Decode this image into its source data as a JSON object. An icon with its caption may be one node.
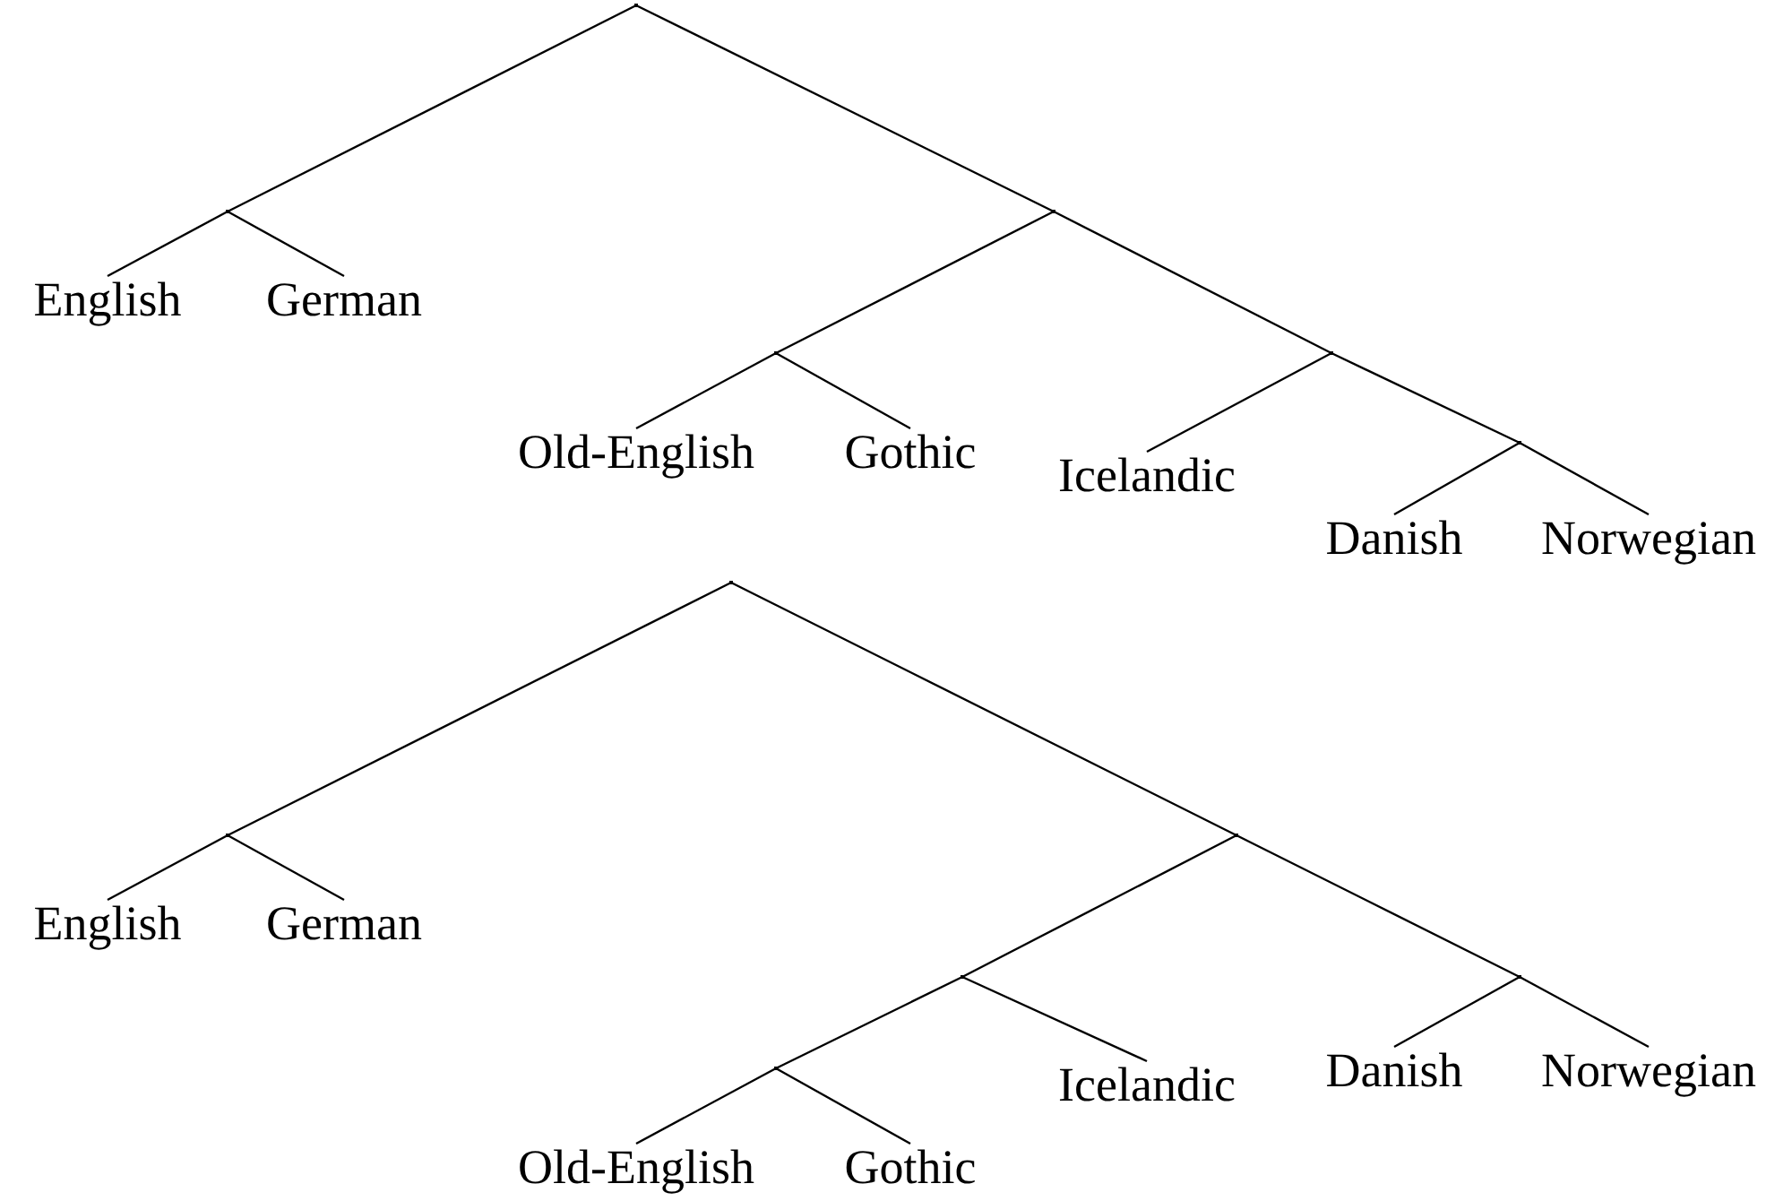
{
  "diagram": {
    "nodes": [
      {
        "text": [],
        "shape": "point"
      },
      {
        "text": [],
        "shape": "point"
      },
      {
        "text": [
          "English"
        ]
      },
      {
        "text": [
          "German"
        ]
      },
      {
        "text": [],
        "shape": "point"
      },
      {
        "text": [],
        "shape": "point"
      },
      {
        "text": [
          "Old-English"
        ]
      },
      {
        "text": [
          "Gothic"
        ]
      },
      {
        "text": [],
        "shape": "point"
      },
      {
        "text": [
          "Icelandic"
        ]
      },
      {
        "text": [],
        "shape": "point"
      },
      {
        "text": [
          "Danish"
        ]
      },
      {
        "text": [
          "Norwegian"
        ]
      },
      {
        "text": [],
        "shape": "point"
      },
      {
        "text": [],
        "shape": "point"
      },
      {
        "text": [
          "English"
        ]
      },
      {
        "text": [
          "German"
        ]
      },
      {
        "text": [],
        "shape": "point"
      },
      {
        "text": [],
        "shape": "point"
      },
      {
        "text": [],
        "shape": "point"
      },
      {
        "text": [
          "Old-English"
        ]
      },
      {
        "text": [
          "Gothic"
        ]
      },
      {
        "text": [
          "Icelandic"
        ]
      },
      {
        "text": [],
        "shape": "point"
      },
      {
        "text": [
          "Danish"
        ]
      },
      {
        "text": [
          "Norwegian"
        ]
      }
    ],
    "edges": [
      {
        "from": 0,
        "to": 1,
        "arrow": "none"
      },
      {
        "from": 1,
        "to": 2,
        "arrow": "none"
      },
      {
        "from": 1,
        "to": 3,
        "arrow": "none"
      },
      {
        "from": 0,
        "to": 4,
        "arrow": "none"
      },
      {
        "from": 4,
        "to": 5,
        "arrow": "none"
      },
      {
        "from": 5,
        "to": 6,
        "arrow": "none"
      },
      {
        "from": 5,
        "to": 7,
        "arrow": "none"
      },
      {
        "from": 4,
        "to": 8,
        "arrow": "none"
      },
      {
        "from": 8,
        "to": 9,
        "arrow": "none"
      },
      {
        "from": 8,
        "to": 10,
        "arrow": "none"
      },
      {
        "from": 10,
        "to": 11,
        "arrow": "none"
      },
      {
        "from": 10,
        "to": 12,
        "arrow": "none"
      },
      {
        "from": 13,
        "to": 14,
        "arrow": "none"
      },
      {
        "from": 14,
        "to": 15,
        "arrow": "none"
      },
      {
        "from": 14,
        "to": 16,
        "arrow": "none"
      },
      {
        "from": 13,
        "to": 17,
        "arrow": "none"
      },
      {
        "from": 17,
        "to": 18,
        "arrow": "none"
      },
      {
        "from": 18,
        "to": 19,
        "arrow": "none"
      },
      {
        "from": 19,
        "to": 20,
        "arrow": "none"
      },
      {
        "from": 19,
        "to": 21,
        "arrow": "none"
      },
      {
        "from": 18,
        "to": 22,
        "arrow": "none"
      },
      {
        "from": 17,
        "to": 23,
        "arrow": "none"
      },
      {
        "from": 23,
        "to": 24,
        "arrow": "none"
      },
      {
        "from": 23,
        "to": 25,
        "arrow": "none"
      }
    ]
  }
}
